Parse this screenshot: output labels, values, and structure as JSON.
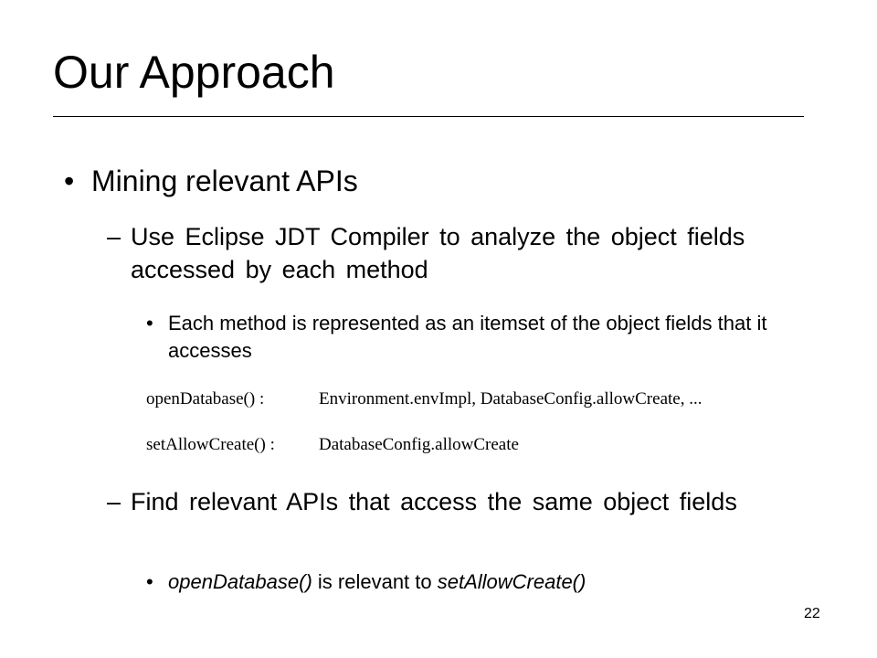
{
  "slide": {
    "title": "Our Approach",
    "page_number": "22",
    "bullets": {
      "mark_l1": "•",
      "mark_l2": "–",
      "mark_l3": "•",
      "mining": "Mining relevant APIs",
      "use_eclipse": "Use Eclipse JDT Compiler to analyze the object fields accessed by each method",
      "each_method": "Each method is represented as an itemset of the object fields that it accesses",
      "find_relevant": "Find relevant APIs that access the same object fields",
      "relevant_example": {
        "method_a": "openDatabase()",
        "middle": " is relevant to ",
        "method_b": "setAllowCreate()"
      }
    },
    "itemsets": [
      {
        "method": "openDatabase() :",
        "fields": "Environment.envImpl, DatabaseConfig.allowCreate, ..."
      },
      {
        "method": "setAllowCreate() :",
        "fields": "DatabaseConfig.allowCreate"
      }
    ]
  }
}
